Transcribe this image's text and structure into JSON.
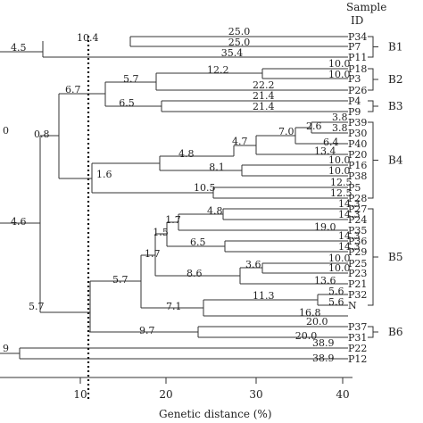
{
  "header": {
    "line1": "Sample",
    "line2": "ID"
  },
  "leaves": [
    "P34",
    "P7",
    "P11",
    "P18",
    "P3",
    "P26",
    "P4",
    "P9",
    "P39",
    "P30",
    "P40",
    "P20",
    "P16",
    "P38",
    "P5",
    "P28",
    "P27",
    "P24",
    "P35",
    "P36",
    "P29",
    "P25",
    "P23",
    "P21",
    "P32",
    "N",
    "P37",
    "P31",
    "P22",
    "P12"
  ],
  "groups": [
    "B1",
    "B2",
    "B3",
    "B4",
    "B5",
    "B6"
  ],
  "branch_labels": [
    "25.0",
    "25.0",
    "35.4",
    "10.4",
    "4.5",
    "10.0",
    "10.0",
    "12.2",
    "22.2",
    "5.7",
    "21.4",
    "21.4",
    "6.5",
    "6.7",
    "3.8",
    "3.8",
    "2.6",
    "6.4",
    "7.0",
    "13.4",
    "4.7",
    "10.0",
    "10.0",
    "8.1",
    "4.8",
    "12.5",
    "12.5",
    "10.5",
    "1.6",
    "0.8",
    "14.3",
    "14.3",
    "4.8",
    "19.0",
    "1.7",
    "14.3",
    "14.3",
    "6.5",
    "1.5",
    "10.0",
    "10.0",
    "3.6",
    "13.6",
    "8.6",
    "1.7",
    "5.6",
    "5.6",
    "11.3",
    "16.8",
    "7.1",
    "5.7",
    "5.7",
    "4.6",
    "20.0",
    "20.0",
    "9.7",
    "38.9",
    "38.9",
    "9",
    "0"
  ],
  "axis": {
    "ticks": [
      "10",
      "20",
      "30",
      "40"
    ],
    "title": "Genetic distance (%)"
  },
  "chart_data": {
    "type": "dendrogram",
    "xlabel": "Genetic distance (%)",
    "xlim": [
      0,
      42
    ],
    "cutoff_line": true,
    "leaves": [
      "P34",
      "P7",
      "P11",
      "P18",
      "P3",
      "P26",
      "P4",
      "P9",
      "P39",
      "P30",
      "P40",
      "P20",
      "P16",
      "P38",
      "P5",
      "P28",
      "P27",
      "P24",
      "P35",
      "P36",
      "P29",
      "P25",
      "P23",
      "P21",
      "P32",
      "N",
      "P37",
      "P31",
      "P22",
      "P12"
    ],
    "groups": [
      {
        "name": "B1",
        "members": [
          "P34",
          "P7",
          "P11"
        ]
      },
      {
        "name": "B2",
        "members": [
          "P18",
          "P3",
          "P26"
        ]
      },
      {
        "name": "B3",
        "members": [
          "P4",
          "P9"
        ]
      },
      {
        "name": "B4",
        "members": [
          "P39",
          "P30",
          "P40",
          "P20",
          "P16",
          "P38",
          "P5",
          "P28"
        ]
      },
      {
        "name": "B5",
        "members": [
          "P27",
          "P24",
          "P35",
          "P36",
          "P29",
          "P25",
          "P23",
          "P21",
          "P32",
          "N"
        ]
      },
      {
        "name": "B6",
        "members": [
          "P37",
          "P31"
        ]
      }
    ]
  }
}
